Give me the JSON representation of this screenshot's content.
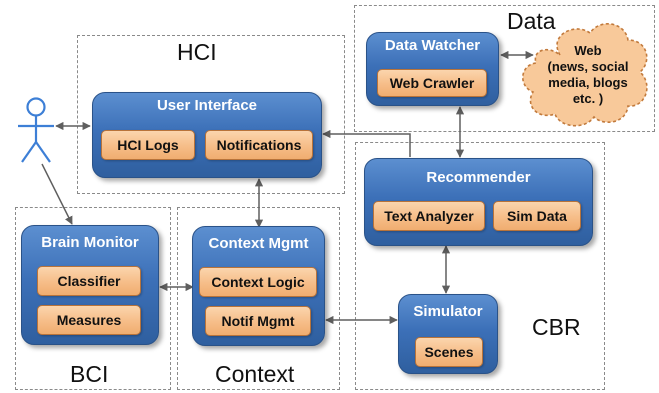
{
  "regions": {
    "hci": "HCI",
    "data": "Data",
    "bci": "BCI",
    "context": "Context",
    "cbr": "CBR"
  },
  "modules": {
    "user_interface": {
      "title": "User Interface",
      "components": [
        "HCI Logs",
        "Notifications"
      ]
    },
    "data_watcher": {
      "title": "Data Watcher",
      "components": [
        "Web Crawler"
      ]
    },
    "recommender": {
      "title": "Recommender",
      "components": [
        "Text Analyzer",
        "Sim Data"
      ]
    },
    "brain_monitor": {
      "title": "Brain Monitor",
      "components": [
        "Classifier",
        "Measures"
      ]
    },
    "context_mgmt": {
      "title": "Context Mgmt",
      "components": [
        "Context Logic",
        "Notif Mgmt"
      ]
    },
    "simulator": {
      "title": "Simulator",
      "components": [
        "Scenes"
      ]
    }
  },
  "web_cloud": {
    "lines": [
      "Web",
      "(news, social",
      "media, blogs",
      "etc. )"
    ]
  },
  "colors": {
    "module_fill": "#3c70b8",
    "module_border": "#2a5288",
    "component_fill": "#f6bd88",
    "component_border": "#b8733a",
    "cloud_fill": "#f8c99a",
    "cloud_border": "#c27a3c",
    "user_icon": "#3d7fd6",
    "region_border": "#8a8a8a"
  },
  "icons": {
    "user": "stick-figure-user-icon",
    "web": "cloud-icon"
  }
}
